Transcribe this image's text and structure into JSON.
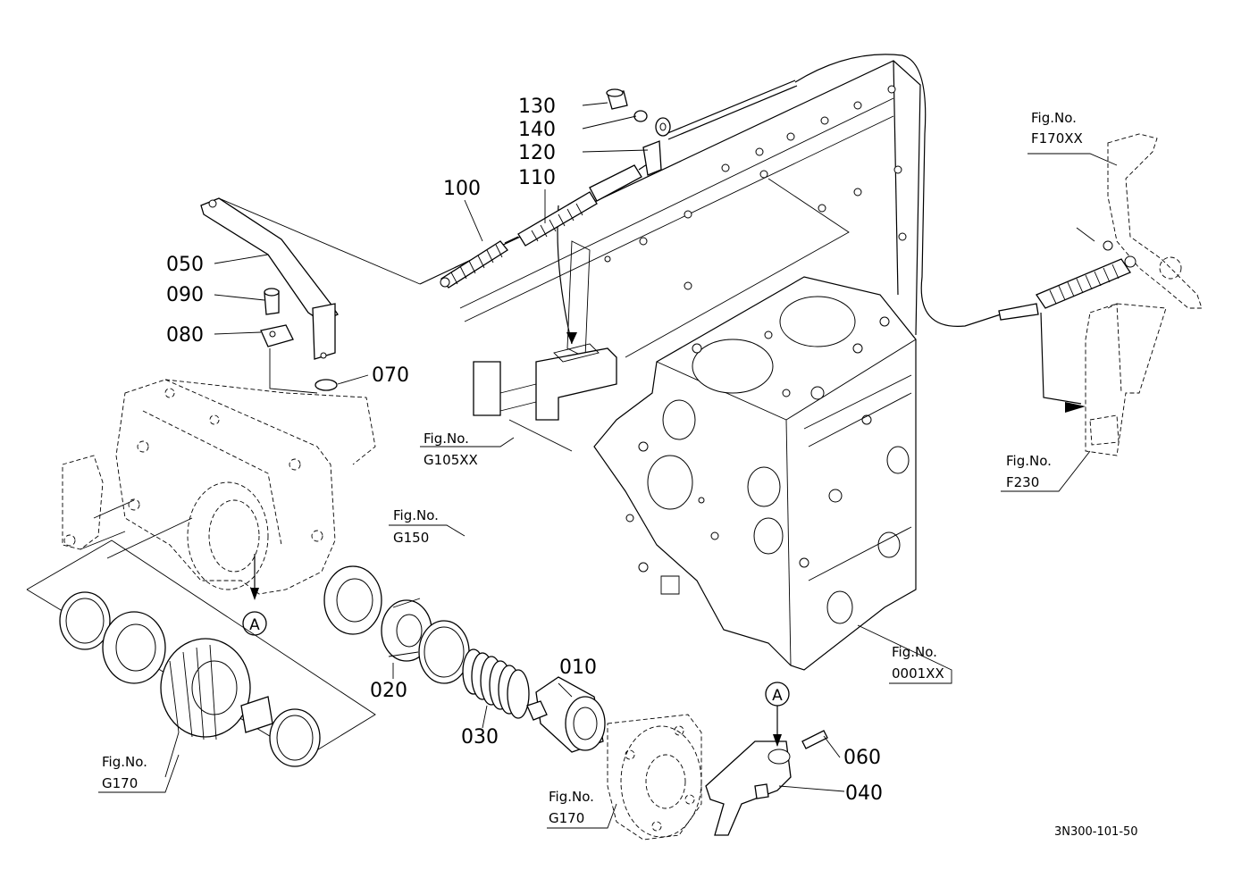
{
  "parts": {
    "p010": "010",
    "p020": "020",
    "p030": "030",
    "p040": "040",
    "p050": "050",
    "p060": "060",
    "p070": "070",
    "p080": "080",
    "p090": "090",
    "p100": "100",
    "p110": "110",
    "p120": "120",
    "p130": "130",
    "p140": "140"
  },
  "figures": {
    "prefix": "Fig.No.",
    "f170xx": "F170XX",
    "g105xx": "G105XX",
    "g150": "G150",
    "g170_left": "G170",
    "g170_bottom": "G170",
    "f230": "F230",
    "e0001xx": "0001XX"
  },
  "markers": {
    "a_top": "A",
    "a_bottom": "A"
  },
  "drawing_code": "3N300-101-50"
}
